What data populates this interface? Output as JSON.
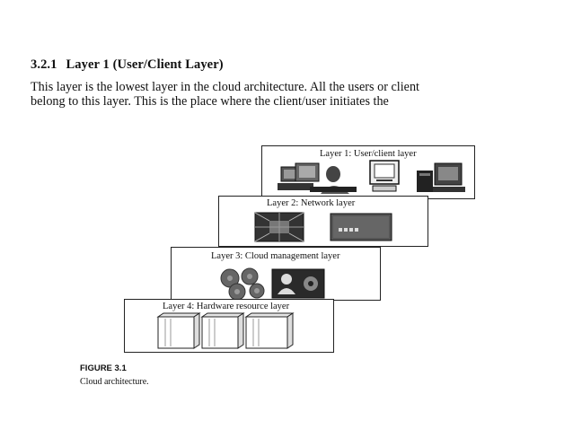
{
  "section": {
    "number": "3.2.1",
    "title": "Layer 1 (User/Client Layer)"
  },
  "paragraph": {
    "line1": "This layer is the lowest layer in the cloud architecture. All the users or client",
    "line2": "belong to this layer. This is the place where the client/user initiates the"
  },
  "figure": {
    "layers": [
      {
        "label": "Layer 1: User/client layer",
        "icons": [
          "workstation-icon",
          "desktop-computer-icon",
          "server-tower-icon"
        ]
      },
      {
        "label": "Layer 2: Network layer",
        "icons": [
          "network-tunnel-icon",
          "network-device-icon"
        ]
      },
      {
        "label": "Layer 3: Cloud management layer",
        "icons": [
          "gears-icon",
          "admin-console-icon"
        ]
      },
      {
        "label": "Layer 4: Hardware resource layer",
        "icons": [
          "server-rack-icon",
          "server-rack-icon",
          "server-rack-icon"
        ]
      }
    ],
    "caption_title": "FIGURE 3.1",
    "caption_text": "Cloud architecture."
  }
}
